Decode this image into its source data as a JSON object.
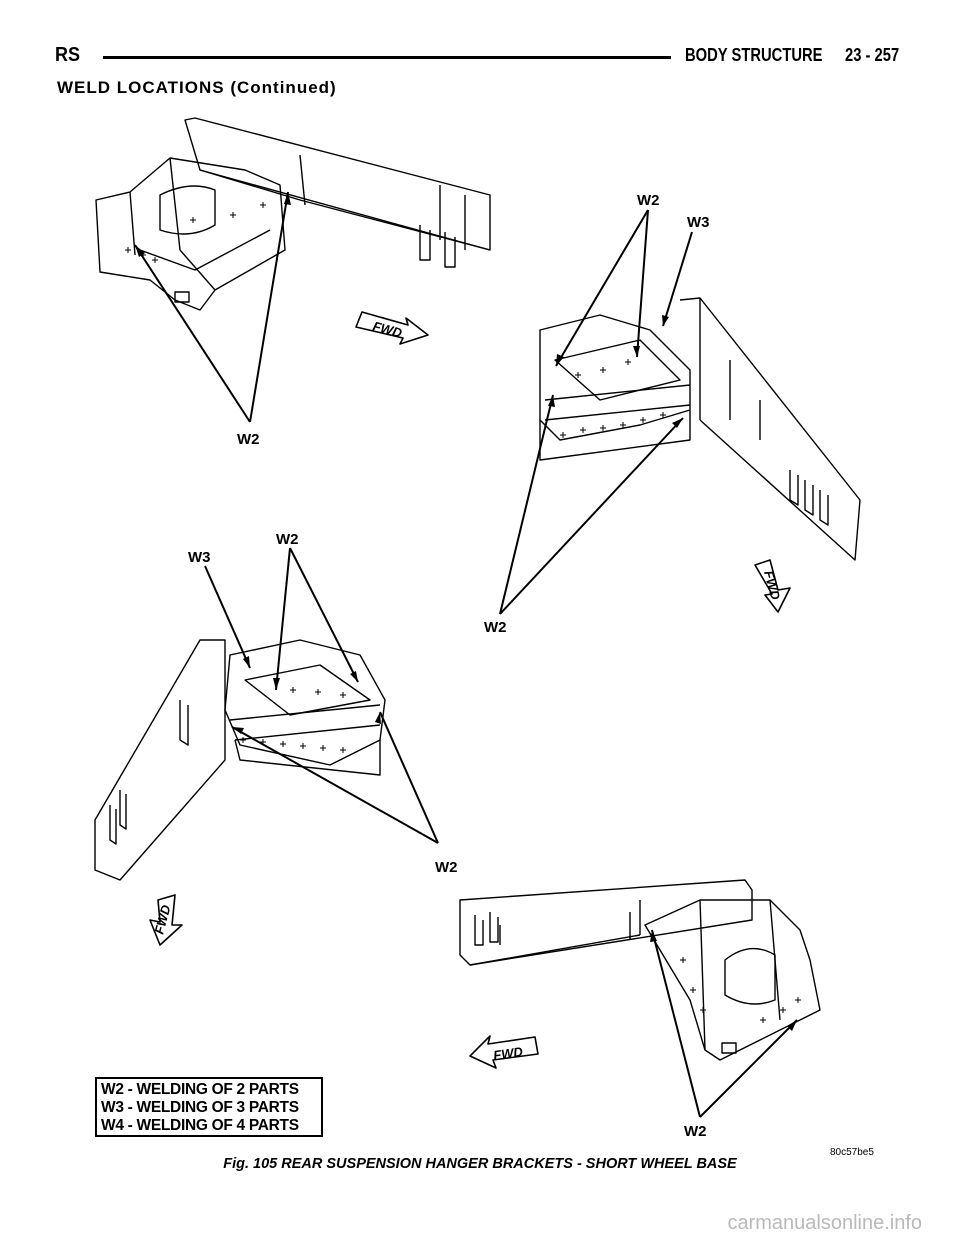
{
  "header": {
    "left_code": "RS",
    "section": "BODY STRUCTURE",
    "page": "23 - 257"
  },
  "section_title": "WELD LOCATIONS (Continued)",
  "figure": {
    "callouts": {
      "v1_w2": "W2",
      "v2_w2_top": "W2",
      "v2_w3": "W3",
      "v2_w2_bottom": "W2",
      "v3_w3": "W3",
      "v3_w2_top": "W2",
      "v3_w2_bottom": "W2",
      "v4_w2": "W2"
    },
    "fwd_label": "FWD",
    "code": "80c57be5"
  },
  "legend": {
    "items": [
      "W2 - WELDING OF 2 PARTS",
      "W3 - WELDING OF 3 PARTS",
      "W4 - WELDING OF 4 PARTS"
    ]
  },
  "caption": "Fig. 105 REAR SUSPENSION HANGER BRACKETS - SHORT WHEEL BASE",
  "watermark": "carmanualsonline.info"
}
